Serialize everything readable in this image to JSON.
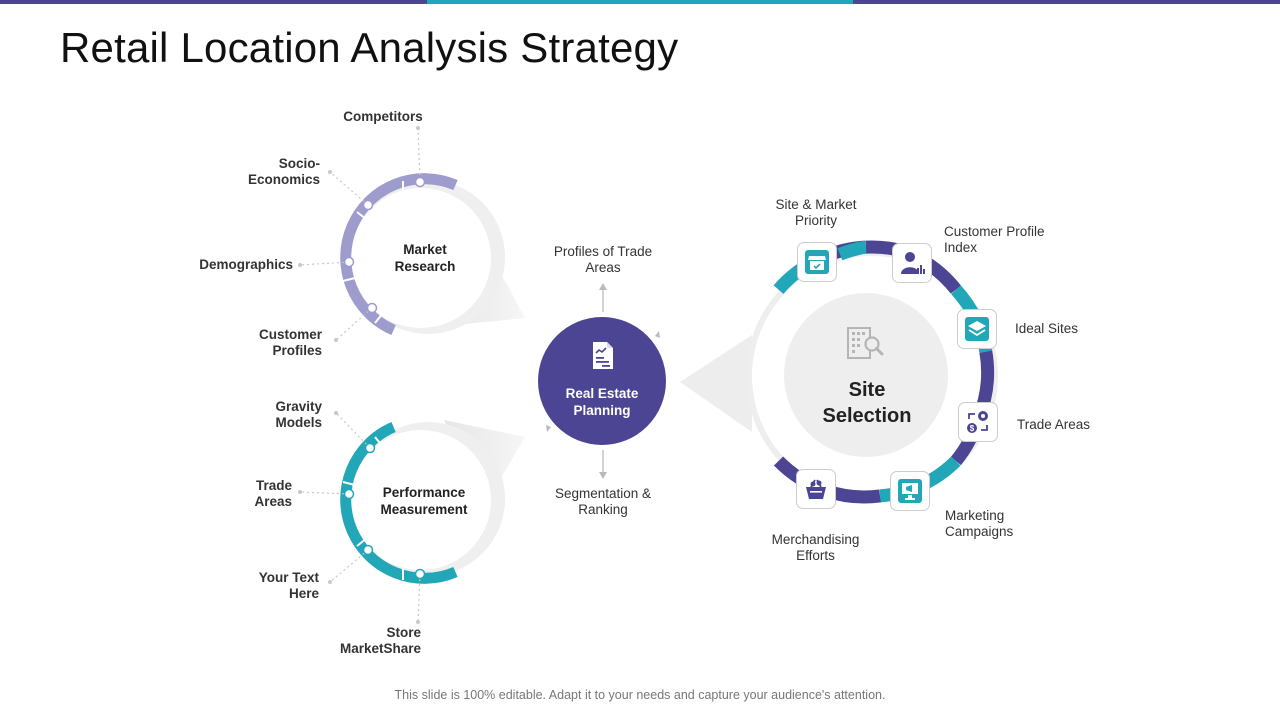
{
  "slide": {
    "title": "Retail Location Analysis Strategy",
    "footer": "This slide is 100% editable. Adapt it to your needs and capture your audience's attention."
  },
  "colors": {
    "purple": "#4b4594",
    "teal": "#22a7b8",
    "lavender": "#9d9ccd",
    "bar_purple": "#4b4594",
    "bar_teal": "#22a7b8",
    "pale_gray": "#eeeeee"
  },
  "market_research": {
    "title": "Market Research",
    "labels": [
      "Competitors",
      "Socio-Economics",
      "Demographics",
      "Customer Profiles"
    ]
  },
  "performance_measurement": {
    "title": "Performance Measurement",
    "labels": [
      "Gravity Models",
      "Trade Areas",
      "Your Text Here",
      "Store MarketShare"
    ]
  },
  "real_estate_planning": {
    "title": "Real Estate Planning",
    "icon": "document-chart-icon",
    "top_label": "Profiles of Trade Areas",
    "bottom_label": "Segmentation & Ranking"
  },
  "site_selection": {
    "title": "Site Selection",
    "icon": "building-search-icon",
    "items": [
      {
        "label": "Site & Market Priority",
        "icon": "storefront-icon"
      },
      {
        "label": "Customer Profile Index",
        "icon": "user-chart-icon"
      },
      {
        "label": "Ideal Sites",
        "icon": "layers-icon"
      },
      {
        "label": "Trade Areas",
        "icon": "exchange-gear-icon"
      },
      {
        "label": "Marketing Campaigns",
        "icon": "monitor-megaphone-icon"
      },
      {
        "label": "Merchandising Efforts",
        "icon": "basket-icon"
      }
    ]
  }
}
